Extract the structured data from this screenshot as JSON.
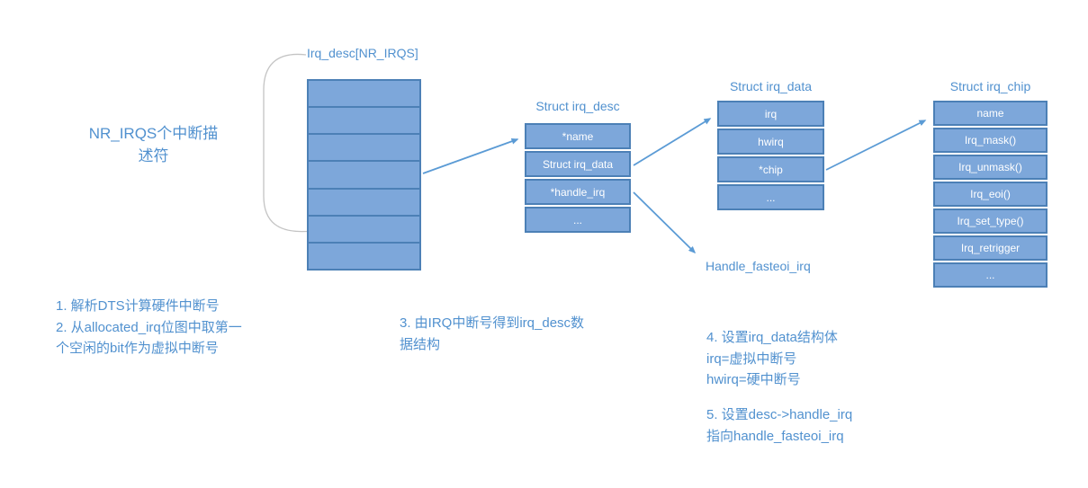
{
  "colors": {
    "accent_text": "#5191CF",
    "cell_fill": "#7DA7DA",
    "cell_border": "#4C80B6",
    "cell_text": "#FFFFFF",
    "arrow": "#5B9BD5",
    "brace": "#C4C4C4"
  },
  "left_note": {
    "text": "NR_IRQS个中断描\n述符"
  },
  "array": {
    "label": "Irq_desc[NR_IRQS]",
    "rows": 7
  },
  "structs": [
    {
      "title": "Struct irq_desc",
      "cells": [
        "*name",
        "Struct irq_data",
        "*handle_irq",
        "..."
      ]
    },
    {
      "title": "Struct irq_data",
      "cells": [
        "irq",
        "hwirq",
        "*chip",
        "..."
      ]
    },
    {
      "title": "Struct irq_chip",
      "cells": [
        "name",
        "Irq_mask()",
        "Irq_unmask()",
        "Irq_eoi()",
        "Irq_set_type()",
        "Irq_retrigger",
        "..."
      ]
    }
  ],
  "handler_label": "Handle_fasteoi_irq",
  "notes": [
    {
      "text": "1. 解析DTS计算硬件中断号\n2. 从allocated_irq位图中取第一\n个空闲的bit作为虚拟中断号"
    },
    {
      "text": "3. 由IRQ中断号得到irq_desc数\n据结构"
    },
    {
      "text": "4. 设置irq_data结构体\nirq=虚拟中断号\nhwirq=硬中断号"
    },
    {
      "text": "5. 设置desc->handle_irq\n指向handle_fasteoi_irq"
    }
  ]
}
